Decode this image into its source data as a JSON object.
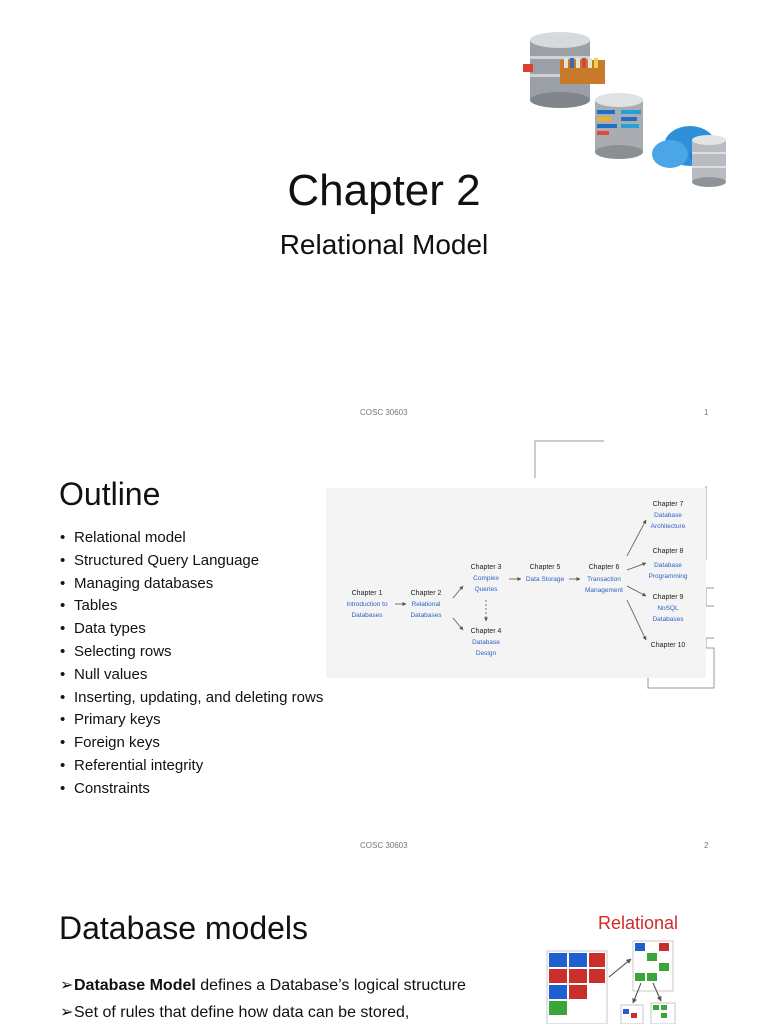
{
  "slide1": {
    "title": "Chapter 2",
    "subtitle": "Relational Model",
    "footer_course": "COSC 30603",
    "footer_page": "1"
  },
  "slide2": {
    "title": "Outline",
    "items": [
      "Relational model",
      "Structured Query Language",
      "Managing databases",
      "Tables",
      "Data types",
      "Selecting rows",
      "Null values",
      "Inserting, updating, and deleting rows",
      "Primary keys",
      "Foreign keys",
      "Referential integrity",
      "Constraints"
    ],
    "diagram": {
      "ch1": {
        "label": "Chapter 1",
        "sub1": "Introduction to",
        "sub2": "Databases"
      },
      "ch2": {
        "label": "Chapter 2",
        "sub1": "Relational",
        "sub2": "Databases"
      },
      "ch3": {
        "label": "Chapter 3",
        "sub1": "Complex",
        "sub2": "Queries"
      },
      "ch4": {
        "label": "Chapter 4",
        "sub1": "Database",
        "sub2": "Design"
      },
      "ch5": {
        "label": "Chapter 5",
        "sub1": "Data Storage"
      },
      "ch6": {
        "label": "Chapter 6",
        "sub1": "Transaction",
        "sub2": "Management"
      },
      "ch7": {
        "label": "Chapter 7",
        "sub1": "Database",
        "sub2": "Architecture"
      },
      "ch8": {
        "label": "Chapter 8",
        "sub1": "Database",
        "sub2": "Programming"
      },
      "ch9": {
        "label": "Chapter 9",
        "sub1": "NoSQL",
        "sub2": "Databases"
      },
      "ch10": {
        "label": "Chapter 10"
      }
    },
    "footer_course": "COSC 30603",
    "footer_page": "2"
  },
  "slide3": {
    "title": "Database models",
    "bullet1_bold": "Database Model",
    "bullet1_rest": " defines a Database’s logical structure",
    "bullet2": "Set of rules that define how data can be stored,",
    "image_label": "Relational"
  },
  "colors": {
    "link_blue": "#2b63c6",
    "relational_red": "#d12a2a"
  }
}
